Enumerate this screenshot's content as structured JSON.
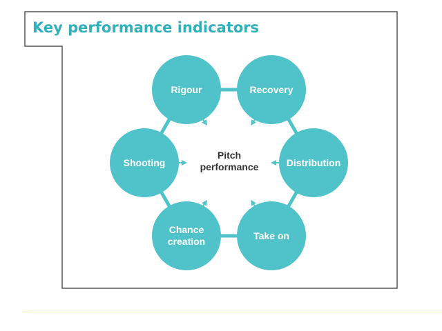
{
  "title": "Key performance indicators",
  "center": {
    "line1": "Pitch",
    "line2": "performance"
  },
  "nodes": [
    {
      "label_lines": [
        "Rigour"
      ]
    },
    {
      "label_lines": [
        "Recovery"
      ]
    },
    {
      "label_lines": [
        "Distribution"
      ]
    },
    {
      "label_lines": [
        "Take on"
      ]
    },
    {
      "label_lines": [
        "Chance",
        "creation"
      ]
    },
    {
      "label_lines": [
        "Shooting"
      ]
    }
  ],
  "colors": {
    "node": "#4fc3c9",
    "title": "#2fb0ba",
    "frame": "#555555",
    "center_text": "#333333"
  }
}
